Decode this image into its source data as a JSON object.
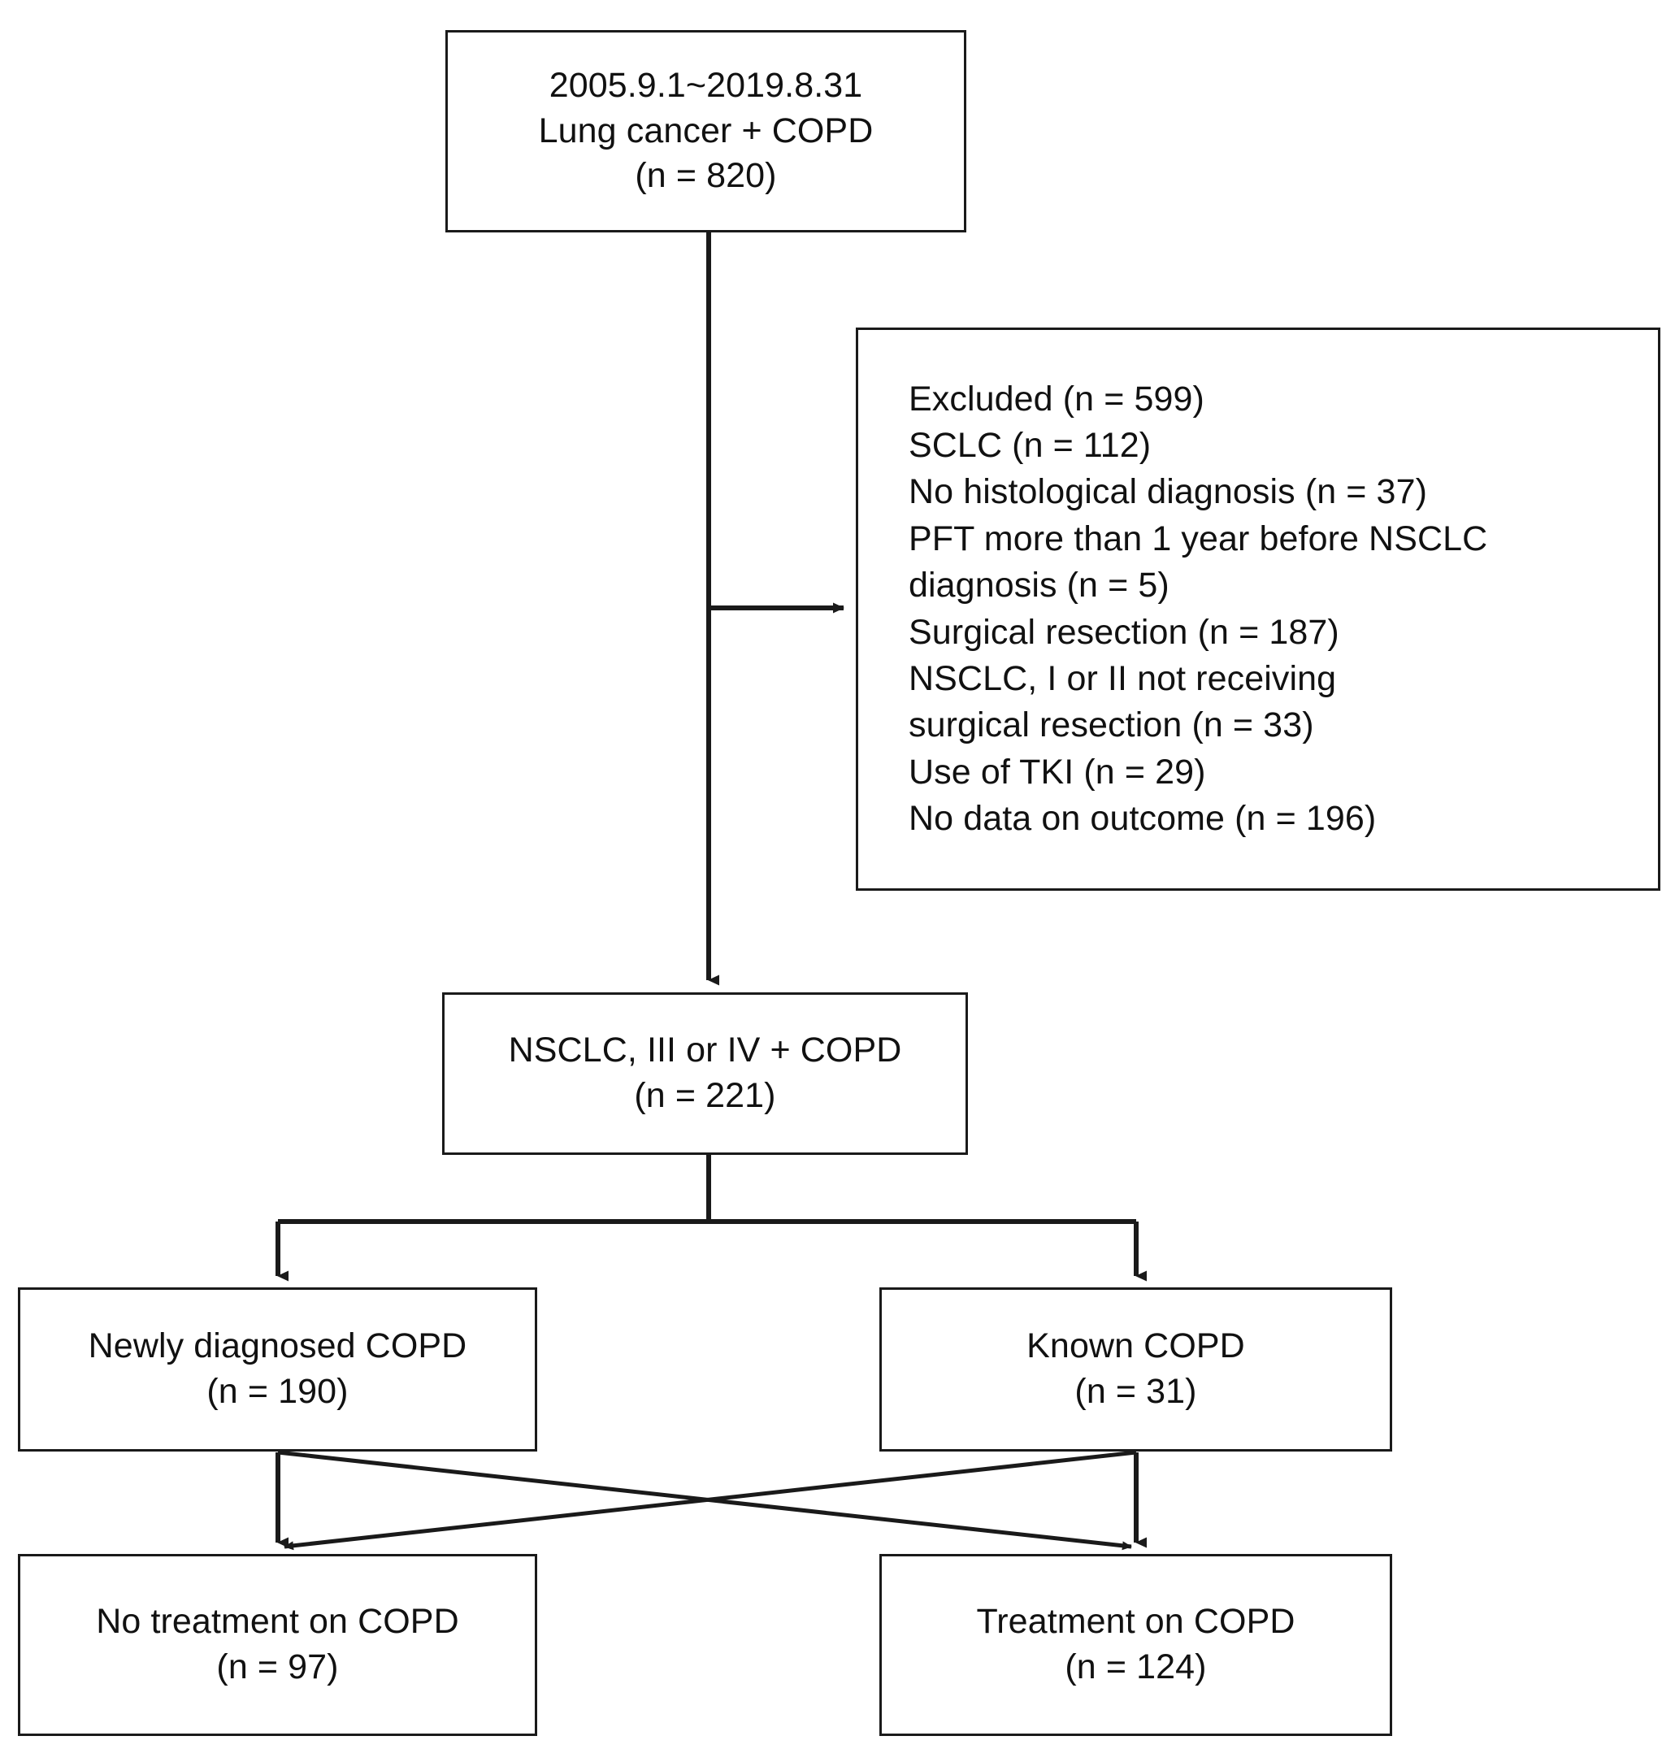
{
  "diagram": {
    "type": "flowchart",
    "subtype": "study-participant-flow",
    "background_color": "#ffffff",
    "line_color": "#1a1a1a",
    "text_color": "#111111"
  },
  "nodes": {
    "enrollment": {
      "name": "enrollment-box",
      "lines": [
        "2005.9.1~2019.8.31",
        "Lung cancer + COPD",
        "(n = 820)"
      ],
      "count": 820
    },
    "exclusions": {
      "name": "exclusions-box",
      "lines": [
        "Excluded (n = 599)",
        "SCLC (n = 112)",
        "No histological diagnosis (n = 37)",
        "PFT more than 1 year before NSCLC",
        "diagnosis (n = 5)",
        "Surgical resection (n = 187)",
        "NSCLC, I or II not receiving",
        "surgical resection (n = 33)",
        "Use of TKI (n = 29)",
        "No data on outcome (n = 196)"
      ],
      "total_excluded": 599,
      "reasons": [
        {
          "label": "SCLC",
          "count": 112
        },
        {
          "label": "No histological diagnosis",
          "count": 37
        },
        {
          "label": "PFT more than 1 year before NSCLC diagnosis",
          "count": 5
        },
        {
          "label": "Surgical resection",
          "count": 187
        },
        {
          "label": "NSCLC, I or II not receiving surgical resection",
          "count": 33
        },
        {
          "label": "Use of TKI",
          "count": 29
        },
        {
          "label": "No data on outcome",
          "count": 196
        }
      ]
    },
    "included": {
      "name": "included-cohort-box",
      "lines": [
        "NSCLC, III or IV + COPD",
        "(n = 221)"
      ],
      "count": 221
    },
    "newly_diagnosed": {
      "name": "newly-diagnosed-copd-box",
      "lines": [
        "Newly diagnosed COPD",
        "(n = 190)"
      ],
      "count": 190
    },
    "known": {
      "name": "known-copd-box",
      "lines": [
        "Known COPD",
        "(n = 31)"
      ],
      "count": 31
    },
    "no_treatment": {
      "name": "no-treatment-copd-box",
      "lines": [
        "No treatment on COPD",
        "(n = 97)"
      ],
      "count": 97
    },
    "treatment": {
      "name": "treatment-copd-box",
      "lines": [
        "Treatment on COPD",
        "(n = 124)"
      ],
      "count": 124
    }
  },
  "edges": [
    {
      "from": "enrollment",
      "to": "exclusions",
      "style": "elbow-right-arrow"
    },
    {
      "from": "enrollment",
      "to": "included",
      "style": "straight-down-arrow"
    },
    {
      "from": "included",
      "to": "newly_diagnosed",
      "style": "split-down-arrow"
    },
    {
      "from": "included",
      "to": "known",
      "style": "split-down-arrow"
    },
    {
      "from": "newly_diagnosed",
      "to": "no_treatment",
      "style": "straight-down-arrow"
    },
    {
      "from": "newly_diagnosed",
      "to": "treatment",
      "style": "diagonal-arrow"
    },
    {
      "from": "known",
      "to": "no_treatment",
      "style": "diagonal-arrow"
    },
    {
      "from": "known",
      "to": "treatment",
      "style": "straight-down-arrow"
    }
  ]
}
